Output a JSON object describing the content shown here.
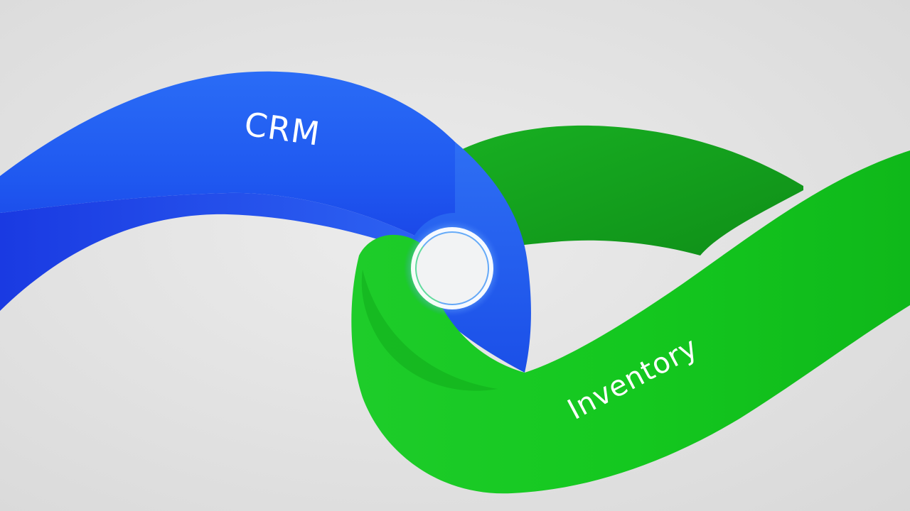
{
  "scene": {
    "background_color": "#e3e3e3",
    "ribbons": [
      {
        "id": "crm",
        "label": "CRM",
        "color": "#1f5cf0"
      },
      {
        "id": "inventory",
        "label": "Inventory",
        "color": "#12c41e"
      }
    ],
    "connector": {
      "description_icon": "glowing-ring-icon",
      "glow_color": "#ffffff"
    }
  }
}
